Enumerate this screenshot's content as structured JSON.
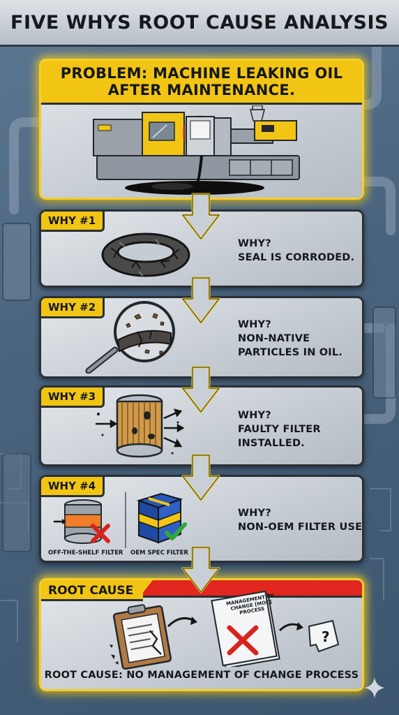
{
  "title": "FIVE WHYS ROOT CAUSE ANALYSIS",
  "problem": {
    "line1": "PROBLEM: MACHINE LEAKING OIL",
    "line2": "AFTER MAINTENANCE."
  },
  "whys": [
    {
      "tag": "WHY #1",
      "lines": [
        "WHY?",
        "SEAL IS CORRODED."
      ],
      "icon": "corroded-seal-icon"
    },
    {
      "tag": "WHY #2",
      "lines": [
        "WHY?",
        "NON-NATIVE",
        "PARTICLES IN OIL."
      ],
      "icon": "magnifier-particles-icon"
    },
    {
      "tag": "WHY #3",
      "lines": [
        "WHY?",
        "FAULTY FILTER",
        "INSTALLED."
      ],
      "icon": "oil-filter-icon"
    },
    {
      "tag": "WHY #4",
      "lines": [
        "WHY?",
        "NON-OEM FILTER USED."
      ],
      "icon": "filter-comparison-icon",
      "captions": [
        "OFF-THE-SHELF FILTER",
        "OEM SPEC FILTER"
      ]
    }
  ],
  "root_cause": {
    "tag": "ROOT CAUSE",
    "document_lines": [
      "MANAGEMENT OF",
      "CHANGE [MOC]",
      "PROCESS"
    ],
    "statement": "ROOT CAUSE: NO MANAGEMENT OF CHANGE PROCESS"
  },
  "colors": {
    "accent_yellow": "#f2c514",
    "alert_red": "#e0261f",
    "panel_steel": "#c6ccd3",
    "background_blue": "#4f6985",
    "check_green": "#2fa83a"
  }
}
